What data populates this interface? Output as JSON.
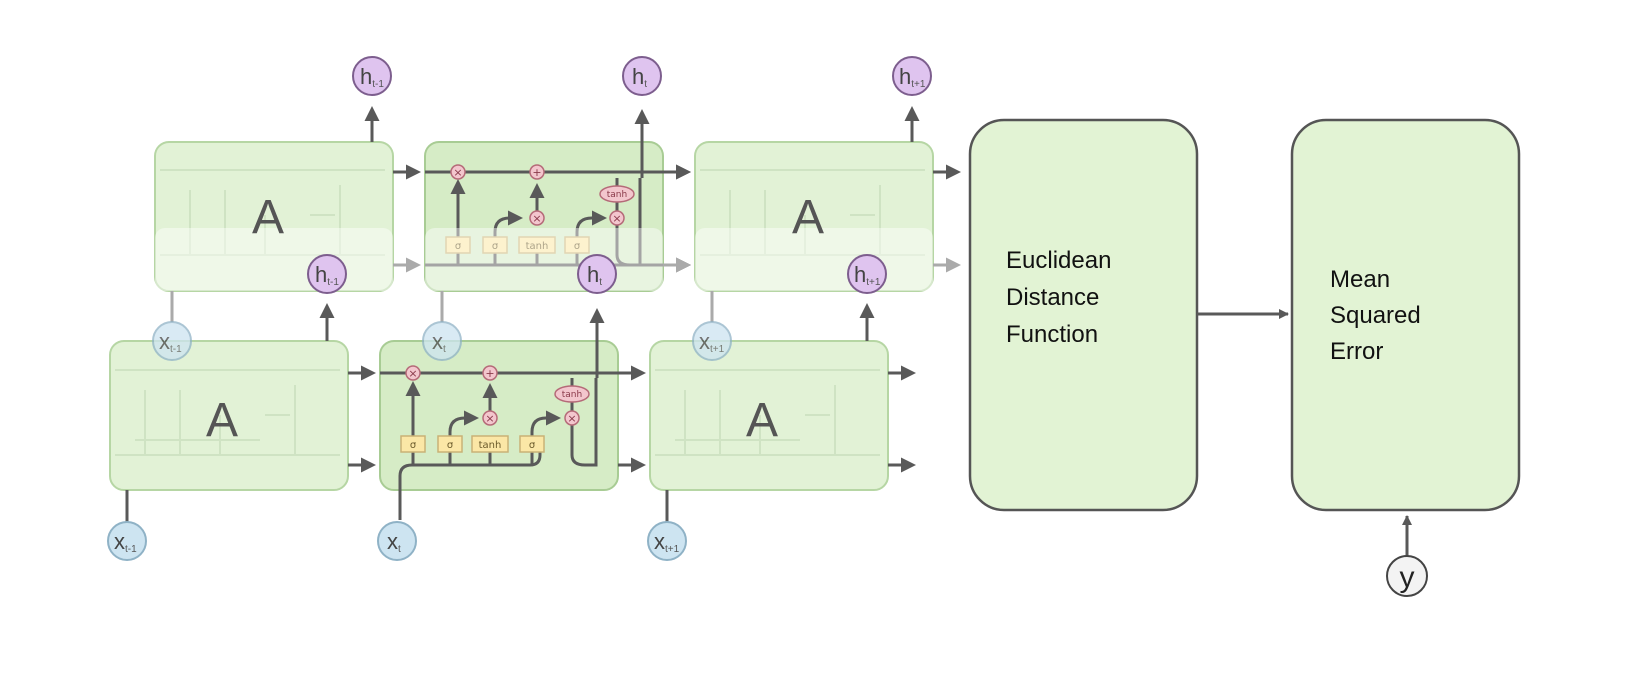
{
  "lstm": {
    "cell_label": "A",
    "top_outputs": [
      {
        "main": "h",
        "sub": "t-1"
      },
      {
        "main": "h",
        "sub": "t"
      },
      {
        "main": "h",
        "sub": "t+1"
      }
    ],
    "top_inputs": [
      {
        "main": "x",
        "sub": "t-1"
      },
      {
        "main": "x",
        "sub": "t"
      },
      {
        "main": "x",
        "sub": "t+1"
      }
    ],
    "bottom_outputs": [
      {
        "main": "h",
        "sub": "t-1"
      },
      {
        "main": "h",
        "sub": "t"
      },
      {
        "main": "h",
        "sub": "t+1"
      }
    ],
    "bottom_inputs": [
      {
        "main": "x",
        "sub": "t-1"
      },
      {
        "main": "x",
        "sub": "t"
      },
      {
        "main": "x",
        "sub": "t+1"
      }
    ],
    "gates": [
      "σ",
      "σ",
      "tanh",
      "σ"
    ],
    "ops": {
      "multiply": "×",
      "add": "+",
      "tanh": "tanh"
    }
  },
  "boxes": {
    "euclidean": [
      "Euclidean",
      "Distance",
      "Function"
    ],
    "mse": [
      "Mean",
      "Squared",
      "Error"
    ]
  },
  "target": {
    "label": "y"
  },
  "colors": {
    "cell": "#e2f2d6",
    "box": "#e2f3d4",
    "input_node": "#cde4f1",
    "output_node": "#dfc4ef",
    "gate": "#fbe7a6",
    "op": "#f3c6cd"
  }
}
